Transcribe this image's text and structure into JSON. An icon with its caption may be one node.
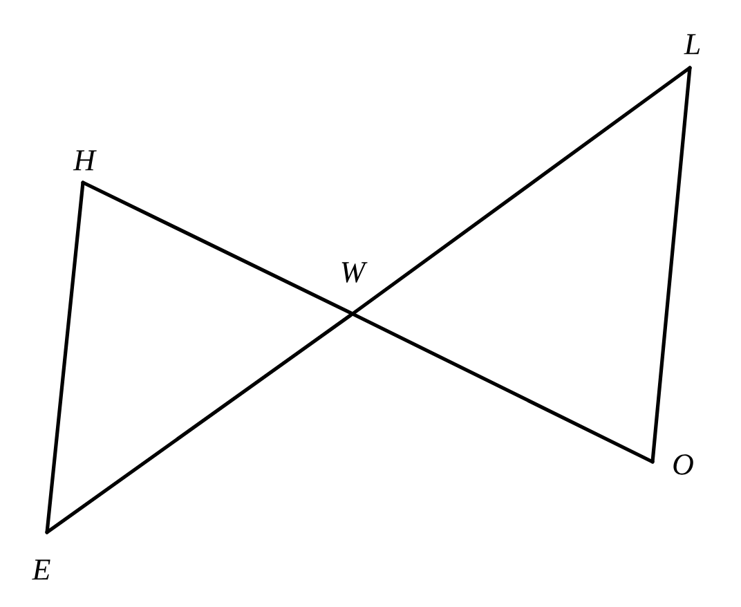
{
  "diagram": {
    "nodes": [
      {
        "text": [
          "H"
        ]
      },
      {
        "text": [
          "L"
        ]
      },
      {
        "text": [
          "W"
        ]
      },
      {
        "text": [
          "O"
        ]
      },
      {
        "text": [
          "E"
        ]
      }
    ],
    "edges": [
      {
        "from": 0,
        "to": 2,
        "arrow": "none"
      },
      {
        "from": 2,
        "to": 3,
        "arrow": "none"
      },
      {
        "from": 4,
        "to": 2,
        "arrow": "none"
      },
      {
        "from": 2,
        "to": 1,
        "arrow": "none"
      },
      {
        "from": 0,
        "to": 4,
        "arrow": "none"
      },
      {
        "from": 1,
        "to": 3,
        "arrow": "none"
      }
    ]
  }
}
